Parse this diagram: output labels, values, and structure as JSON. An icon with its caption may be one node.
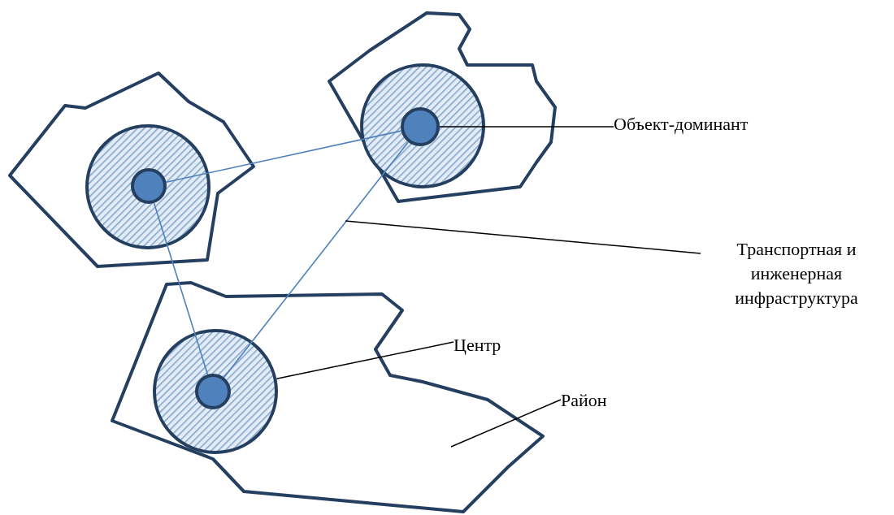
{
  "diagram": {
    "nodes": [
      {
        "text": [],
        "shape": "polygon"
      },
      {
        "text": [],
        "shape": "circle",
        "in": 0
      },
      {
        "text": [],
        "shape": "circle",
        "in": 1
      },
      {
        "text": [],
        "shape": "polygon"
      },
      {
        "text": [],
        "shape": "circle",
        "in": 3
      },
      {
        "text": [],
        "shape": "circle",
        "in": 4
      },
      {
        "text": [],
        "shape": "polygon"
      },
      {
        "text": [],
        "shape": "circle",
        "in": 6
      },
      {
        "text": [],
        "shape": "circle",
        "in": 7
      },
      {
        "text": [
          "Объект-доминант"
        ]
      },
      {
        "text": [
          "Транспортная и инженерная инфраструктура"
        ]
      },
      {
        "text": [
          "Центр"
        ]
      },
      {
        "text": [
          "Район"
        ]
      }
    ],
    "edges": [
      {
        "from": 2,
        "to": 5,
        "arrow": "none",
        "color": "#4f81bd"
      },
      {
        "from": 2,
        "to": 8,
        "arrow": "none",
        "color": "#4f81bd"
      },
      {
        "from": 8,
        "to": 5,
        "arrow": "none",
        "color": "#4f81bd"
      },
      {
        "from": 9,
        "to": 5,
        "arrow": "none"
      },
      {
        "from": 10,
        "to": null,
        "arrow": "none"
      },
      {
        "from": 11,
        "to": 7,
        "arrow": "none"
      },
      {
        "from": 12,
        "to": 6,
        "arrow": "none"
      }
    ]
  }
}
